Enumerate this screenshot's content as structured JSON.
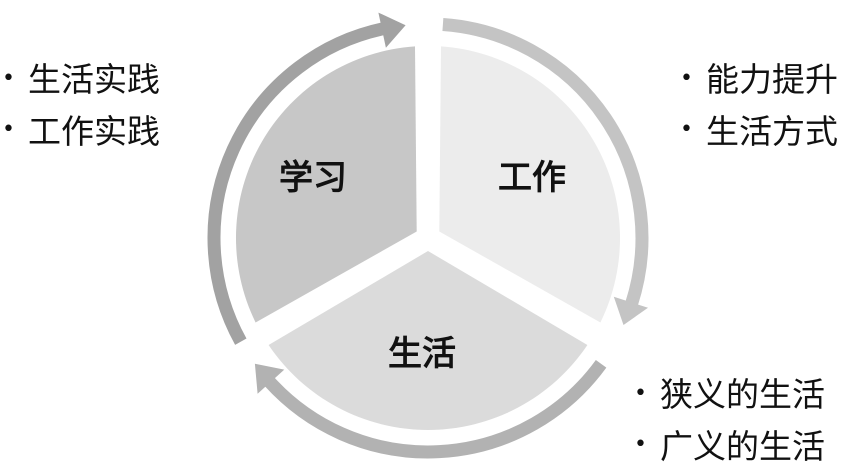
{
  "segments": {
    "study": {
      "label": "学习",
      "fill": "#c7c7c7",
      "arrow": "#a2a2a2",
      "points": [
        "生活实践",
        "工作实践"
      ]
    },
    "work": {
      "label": "工作",
      "fill": "#ececec",
      "arrow": "#c4c4c4",
      "points": [
        "能力提升",
        "生活方式"
      ]
    },
    "life": {
      "label": "生活",
      "fill": "#dbdbdb",
      "arrow": "#b2b2b2",
      "points": [
        "狭义的生活",
        "广义的生活"
      ]
    }
  }
}
